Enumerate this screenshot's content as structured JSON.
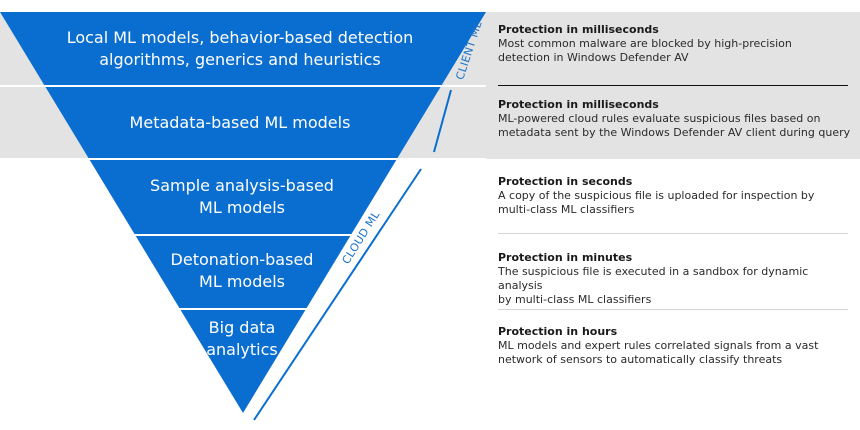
{
  "colors": {
    "band_fill": "#0a6ed1",
    "band_divider": "#ffffff",
    "client_zone_bg": "#e3e3e3",
    "side_line": "#0a6ed1",
    "separator_dark": "#111111",
    "separator_light": "#d6d6d6"
  },
  "bands": [
    {
      "line1": "Local ML models, behavior-based detection",
      "line2": "algorithms, generics and heuristics"
    },
    {
      "line1": "Metadata-based ML models",
      "line2": ""
    },
    {
      "line1": "Sample analysis-based",
      "line2": "ML models"
    },
    {
      "line1": "Detonation-based",
      "line2": "ML models"
    },
    {
      "line1": "Big data",
      "line2": "analytics"
    }
  ],
  "side_labels": {
    "client": "CLIENT ML",
    "cloud": "CLOUD ML"
  },
  "descriptions": [
    {
      "heading": "Protection in milliseconds",
      "line1": "Most common malware are blocked by high-precision",
      "line2": "detection in Windows Defender AV"
    },
    {
      "heading": "Protection in milliseconds",
      "line1": "ML-powered cloud rules evaluate suspicious files based on",
      "line2": "metadata sent by the Windows Defender AV client during query"
    },
    {
      "heading": "Protection in seconds",
      "line1": "A copy of the suspicious file is uploaded for inspection by",
      "line2": "multi-class ML classifiers"
    },
    {
      "heading": "Protection in minutes",
      "line1": "The suspicious file is executed in a sandbox for dynamic analysis",
      "line2": "by multi-class ML classifiers"
    },
    {
      "heading": "Protection in hours",
      "line1": "ML models and expert rules correlated signals from a  vast",
      "line2": "network of sensors to automatically classify threats"
    }
  ]
}
